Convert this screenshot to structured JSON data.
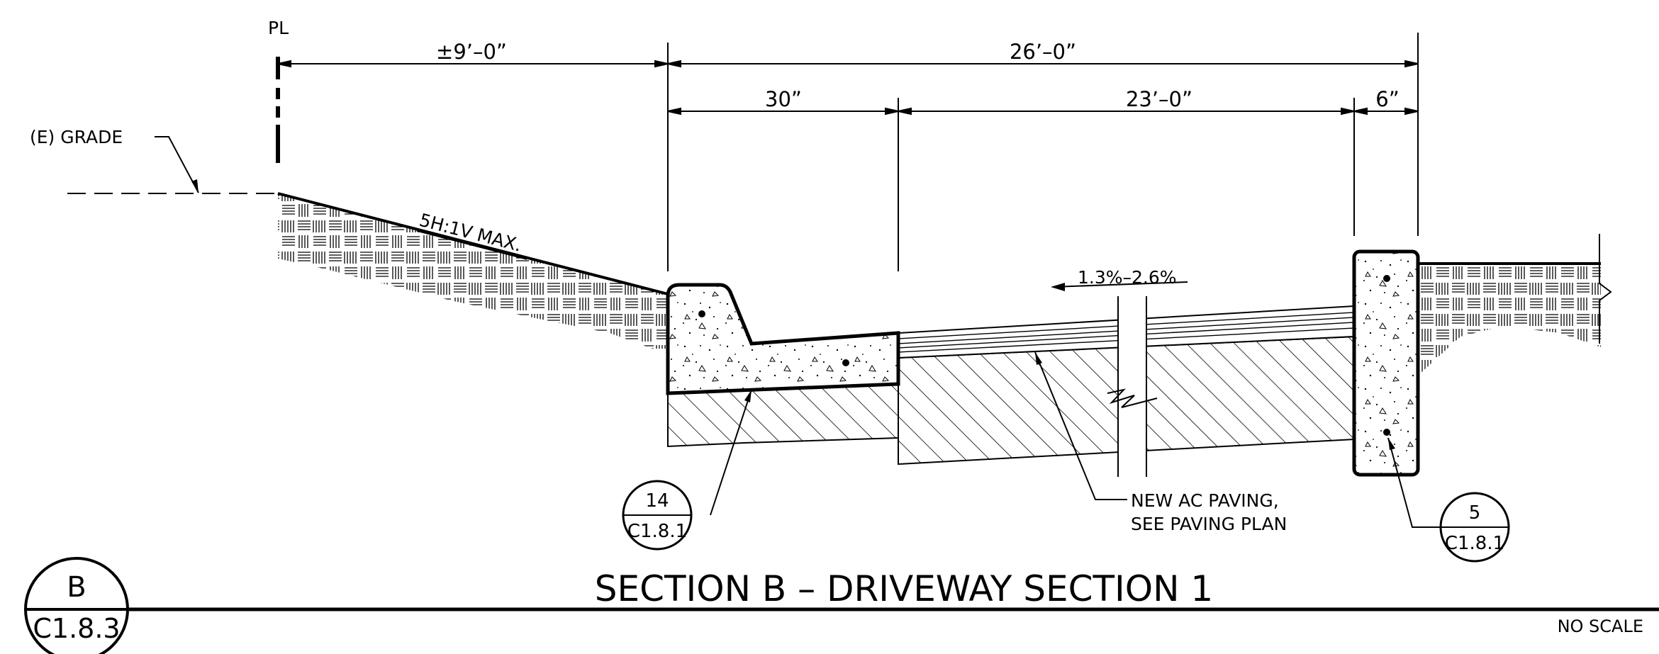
{
  "labels": {
    "property_line": "PL",
    "existing_grade": "(E) GRADE",
    "slope": "5H:1V MAX.",
    "cross_slope": "1.3%–2.6%",
    "paving_note_line1": "NEW AC PAVING,",
    "paving_note_line2": "SEE PAVING PLAN"
  },
  "dimensions": {
    "pl_to_curb": "±9’–0”",
    "overall": "26’–0”",
    "gutter": "30”",
    "paving": "23’–0”",
    "curb_right": "6”"
  },
  "callouts": [
    {
      "detail": "14",
      "sheet": "C1.8.1"
    },
    {
      "detail": "5",
      "sheet": "C1.8.1"
    }
  ],
  "title_block": {
    "section_id": "B",
    "sheet": "C1.8.3",
    "title": "SECTION B – DRIVEWAY SECTION 1",
    "scale": "NO SCALE"
  }
}
